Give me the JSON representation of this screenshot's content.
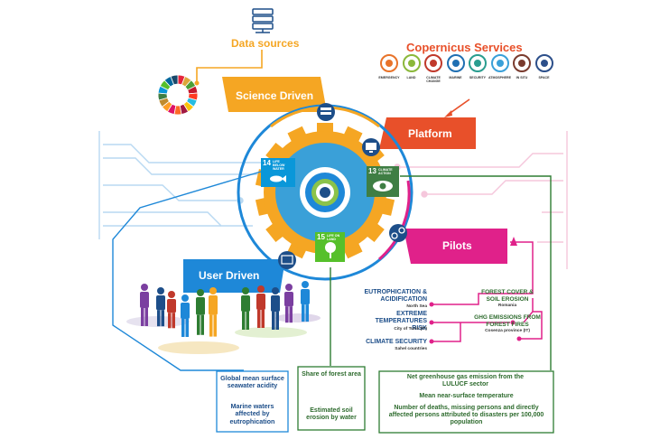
{
  "data_sources": {
    "label": "Data sources"
  },
  "copernicus": {
    "title": "Copernicus Services",
    "services": [
      {
        "label": "EMERGENCY",
        "color": "#e8732a"
      },
      {
        "label": "LAND",
        "color": "#8bb83a"
      },
      {
        "label": "CLIMATE CHANGE",
        "color": "#c0392b"
      },
      {
        "label": "MARINE",
        "color": "#1f6fb2"
      },
      {
        "label": "SECURITY",
        "color": "#2a9d8f"
      },
      {
        "label": "ATMOSPHERE",
        "color": "#3aa0d8"
      },
      {
        "label": "IN SITU",
        "color": "#7a3b2e"
      },
      {
        "label": "SPACE",
        "color": "#2c4f8a"
      }
    ]
  },
  "tabs": {
    "science": "Science Driven",
    "platform": "Platform",
    "pilots": "Pilots",
    "user": "User Driven"
  },
  "sdgs": {
    "sdg14": {
      "number": "14",
      "label": "LIFE BELOW WATER",
      "color": "#0a97d9"
    },
    "sdg13": {
      "number": "13",
      "label": "CLIMATE ACTION",
      "color": "#3f7e44"
    },
    "sdg15": {
      "number": "15",
      "label": "LIFE ON LAND",
      "color": "#56c02b"
    }
  },
  "pilots_left": [
    {
      "title": "EUTROPHICATION & ACIDIFICATION",
      "sub": "North Sea"
    },
    {
      "title": "EXTREME TEMPERATURES RISK",
      "sub": "City of Turin (IT)"
    },
    {
      "title": "CLIMATE SECURITY",
      "sub": "Sahel countries"
    }
  ],
  "pilots_right": [
    {
      "title": "FOREST COVER & SOIL EROSION",
      "sub": "Romania"
    },
    {
      "title": "GHG EMISSIONS FROM FOREST FIRES",
      "sub": "Cosenza province (IT)"
    }
  ],
  "boxes": {
    "blue": {
      "line1": "Global mean surface seawater acidity",
      "line2": "Marine waters affected by eutrophication"
    },
    "green_small": {
      "line1": "Share of forest area",
      "line2": "Estimated soil erosion by water"
    },
    "green_large": {
      "line1": "Net greenhouse gas emission from the LULUCF sector",
      "line2": "Mean near-surface temperature",
      "line3": "Number of deaths, missing persons and directly affected persons attributed to disasters per 100,000 population"
    }
  },
  "colors": {
    "orange": "#f5a623",
    "red_orange": "#e8502a",
    "magenta": "#e0218a",
    "blue": "#1e88d8",
    "navy": "#1d4e89",
    "green": "#2e7d32",
    "light_blue_line": "#b9d9f2",
    "pink_line": "#f5c7dc"
  }
}
